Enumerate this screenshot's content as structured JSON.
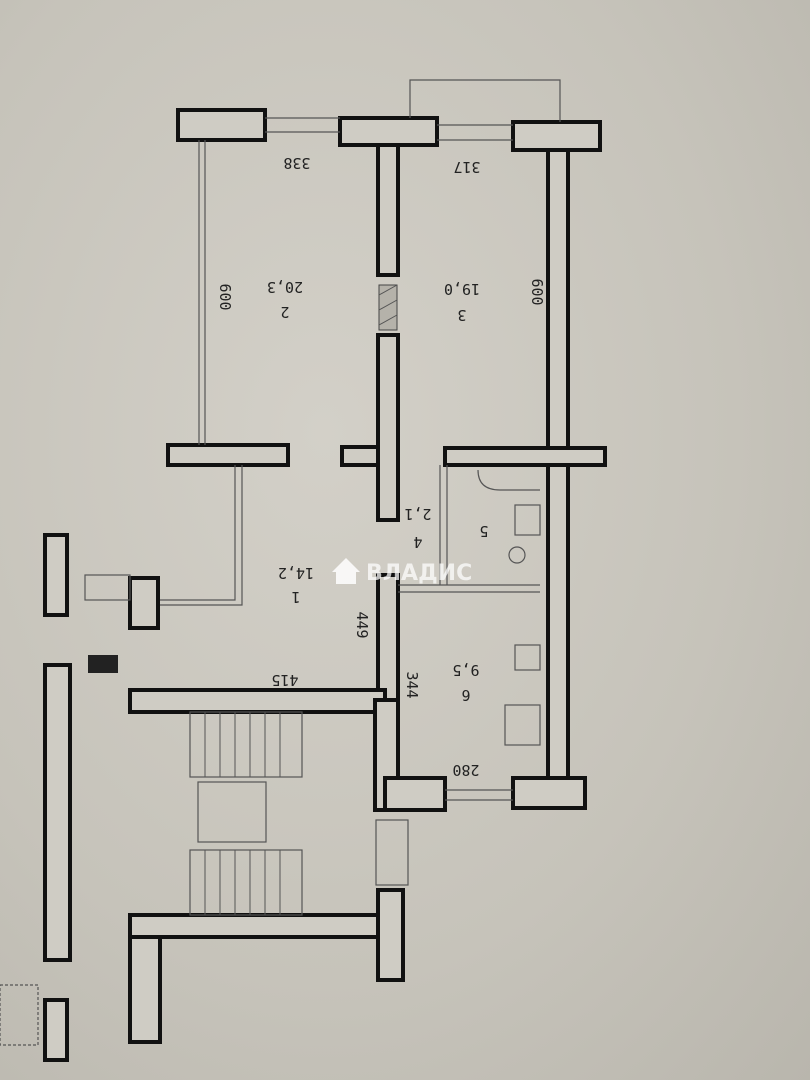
{
  "plan": {
    "rooms": [
      {
        "number": "1",
        "area": "14,2"
      },
      {
        "number": "2",
        "area": "20,3"
      },
      {
        "number": "3",
        "area": "19,0"
      },
      {
        "number": "4",
        "area": "2,1"
      },
      {
        "number": "5",
        "area": ""
      },
      {
        "number": "6",
        "area": "9,5"
      }
    ],
    "dimensions": {
      "room2_width": "338",
      "room3_width": "317",
      "room2_length": "600",
      "room3_length": "600",
      "room1_length": "449",
      "room1_width": "415",
      "room6_length": "344",
      "room6_width": "280"
    }
  },
  "watermark": {
    "text": "ВЛАДИС",
    "icon": "house-key-icon"
  }
}
